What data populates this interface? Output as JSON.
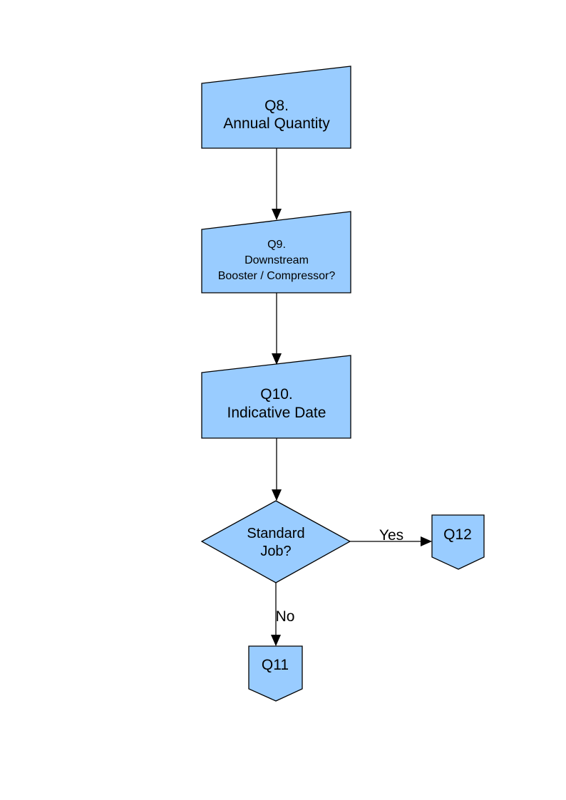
{
  "page": {
    "background": "#ffffff"
  },
  "colors": {
    "node_fill": "#99CCFF",
    "node_stroke": "#000000",
    "connector": "#000000",
    "text": "#000000"
  },
  "nodes": {
    "q8": {
      "type": "manual-input-box",
      "line1": "Q8.",
      "line2": "Annual Quantity"
    },
    "q9": {
      "type": "manual-input-box",
      "line1": "Q9.",
      "line2": "Downstream",
      "line3": "Booster / Compressor?"
    },
    "q10": {
      "type": "manual-input-box",
      "line1": "Q10.",
      "line2": "Indicative Date"
    },
    "decision": {
      "type": "decision-diamond",
      "line1": "Standard",
      "line2": "Job?"
    },
    "q12": {
      "type": "off-page-connector",
      "label": "Q12"
    },
    "q11": {
      "type": "off-page-connector",
      "label": "Q11"
    }
  },
  "edge_labels": {
    "yes": "Yes",
    "no": "No"
  }
}
